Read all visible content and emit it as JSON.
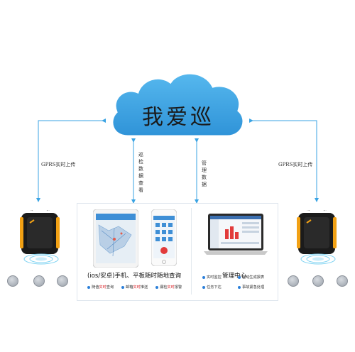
{
  "cloud": {
    "title": "我爱巡"
  },
  "links": {
    "left_upload": "GPRS实时上传",
    "right_upload": "GPRS实时上传",
    "inspection_query": "巡检数据查看",
    "management_data": "管理数据"
  },
  "panel": {
    "left_caption": "(ios/安卓)手机、平板随时随地查询",
    "right_caption": "管理中心",
    "left_features": [
      {
        "prefix": "随值",
        "red": "实时",
        "suffix": "查询"
      },
      {
        "prefix": "邮箱",
        "red": "实时",
        "suffix": "推送"
      },
      {
        "prefix": "漏检",
        "red": "实时",
        "suffix": "报警"
      }
    ],
    "right_features": [
      {
        "label": "实时监控"
      },
      {
        "label": "自动生成报表"
      },
      {
        "label": "任务下达"
      },
      {
        "label": "事故紧急处理"
      }
    ]
  },
  "colors": {
    "cloud": "#3aa3e3",
    "arrow": "#3aa3e3",
    "device_body": "#1b1b1b",
    "device_accent": "#f2a114",
    "feature_dot": "#2b7fd9",
    "highlight_red": "#d9262c"
  }
}
